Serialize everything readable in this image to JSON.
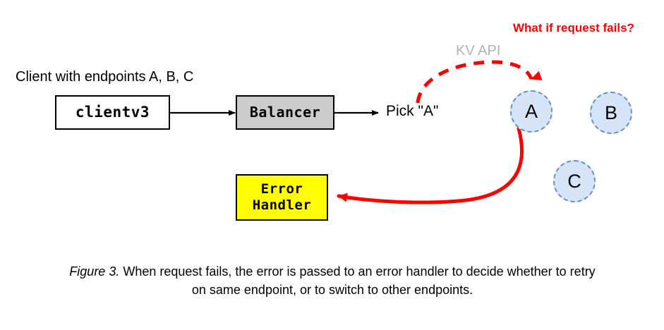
{
  "figure": {
    "caption_number": "Figure 3.",
    "caption_text": " When request fails, the error is passed to an error handler to decide whether to retry on same endpoint, or to switch to other endpoints."
  },
  "labels": {
    "client_endpoints": "Client with endpoints A, B, C",
    "pick_a": "Pick \"A\"",
    "kv_api": "KV API",
    "what_if_request_fails": "What if request fails?"
  },
  "boxes": {
    "clientv3": "clientv3",
    "balancer": "Balancer",
    "error_handler_line1": "Error",
    "error_handler_line2": "Handler"
  },
  "endpoints": [
    {
      "id": "a",
      "label": "A"
    },
    {
      "id": "b",
      "label": "B"
    },
    {
      "id": "c",
      "label": "C"
    }
  ],
  "colors": {
    "background": "#ffffff",
    "balancer_fill": "#cccccc",
    "error_handler_fill": "#ffff00",
    "endpoint_fill": "#d6e4f8",
    "endpoint_stroke": "#6a8fc4",
    "request_arrow": "#ff0000",
    "error_arrow": "#ff0000",
    "kv_api_text": "#b3b3b3",
    "flow_arrow": "#000000",
    "box_border": "#000000",
    "text": "#000000"
  },
  "arrows": {
    "clientv3_to_balancer": "solid-black-arrow",
    "balancer_to_pick": "solid-black-arrow",
    "pick_to_endpoint_a": "dashed-red-arrow",
    "endpoint_a_to_error_handler": "solid-red-arrow"
  }
}
